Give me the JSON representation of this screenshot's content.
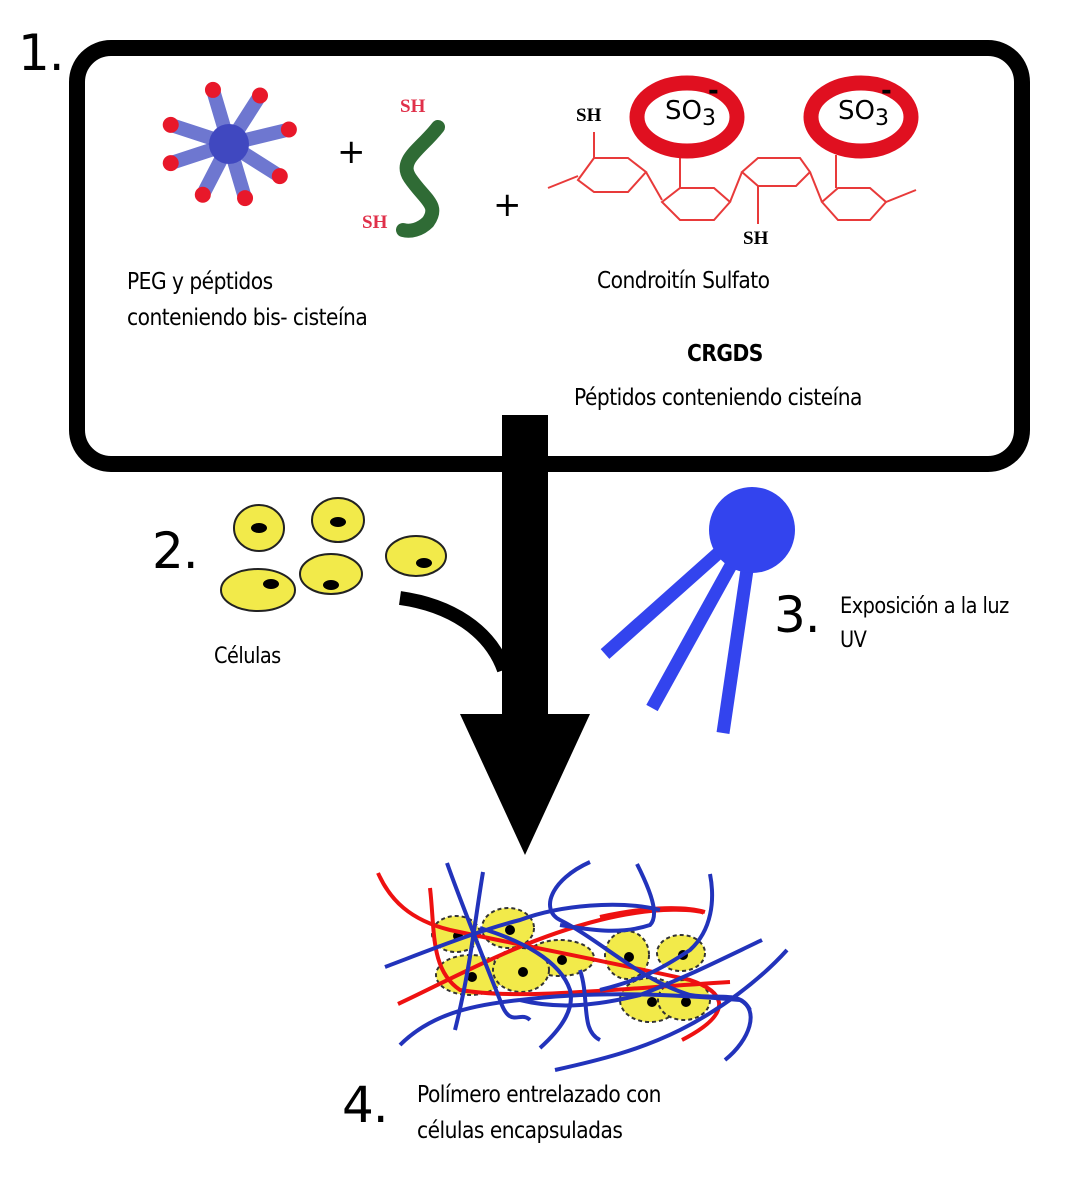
{
  "colors": {
    "peg_blue": "#5560c8",
    "peg_end_red": "#e8182a",
    "peptide_green": "#2f6b35",
    "sh_red": "#e0304a",
    "chain_red": "#e83a3a",
    "sulfate_ring_red": "#e01020",
    "cell_yellow": "#f2ea4a",
    "uv_blue": "#3344ee",
    "fiber_blue": "#2233bb",
    "fiber_red": "#ee1111"
  },
  "step1": {
    "number": "1.",
    "plus_sign": "+",
    "peptide_sh_top": "SH",
    "peptide_sh_bottom": "SH",
    "peg_label_line1": "PEG y péptidos",
    "peg_label_line2": "conteniendo bis- cisteína",
    "cs_sh_left": "SH",
    "cs_sh_bottom": "SH",
    "sulfate_group": "SO",
    "sulfate_subscript": "3",
    "sulfate_charge": "-",
    "cs_label": "Condroitín Sulfato",
    "crgds_title": "CRGDS",
    "crgds_label": "Péptidos conteniendo cisteína"
  },
  "step2": {
    "number": "2.",
    "label": "Células"
  },
  "step3": {
    "number": "3.",
    "label_line1": "Exposición a la luz",
    "label_line2": "UV"
  },
  "step4": {
    "number": "4.",
    "label_line1": "Polímero entrelazado con",
    "label_line2": "células encapsuladas"
  }
}
